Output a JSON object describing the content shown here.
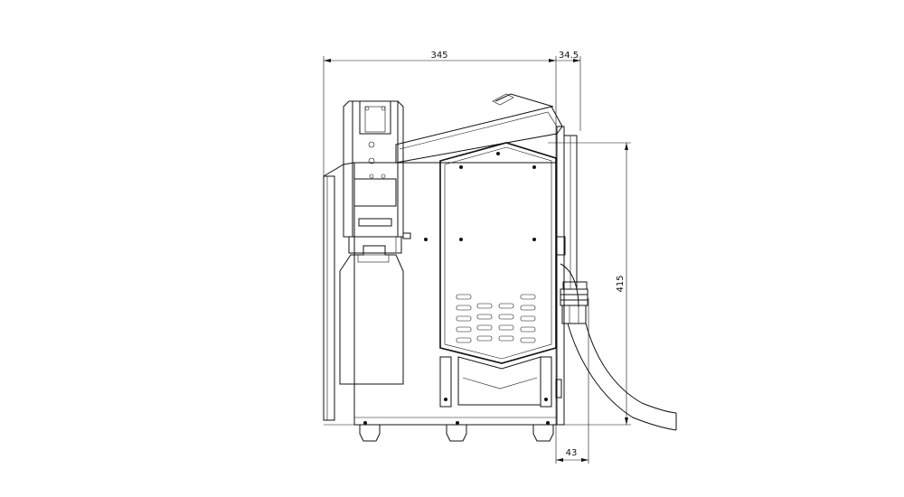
{
  "dimensions": {
    "overall_width": "345",
    "top_offset": "34.5",
    "height": "415",
    "bottom_offset": "43"
  }
}
